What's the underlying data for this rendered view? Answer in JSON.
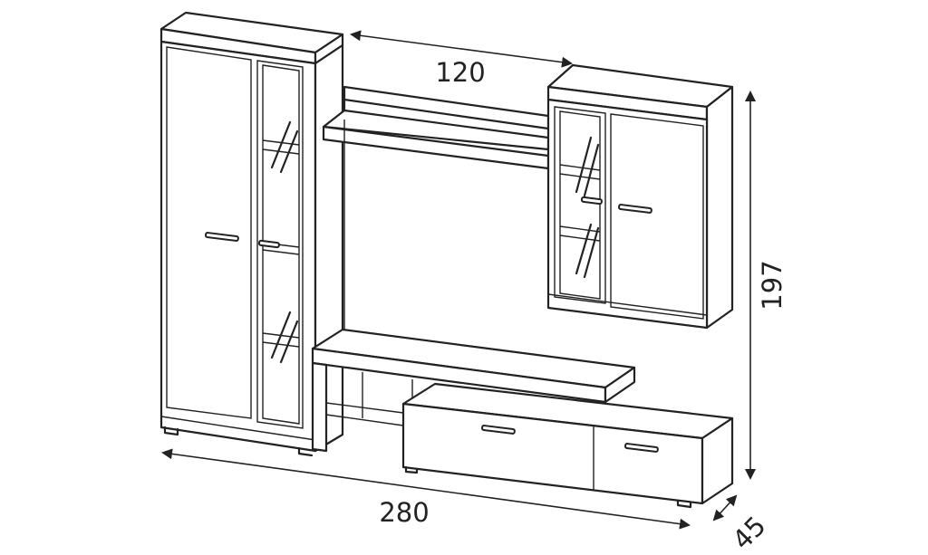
{
  "dimensions": {
    "width_label": "120",
    "height_label": "197",
    "total_width_label": "280",
    "depth_label": "45"
  }
}
